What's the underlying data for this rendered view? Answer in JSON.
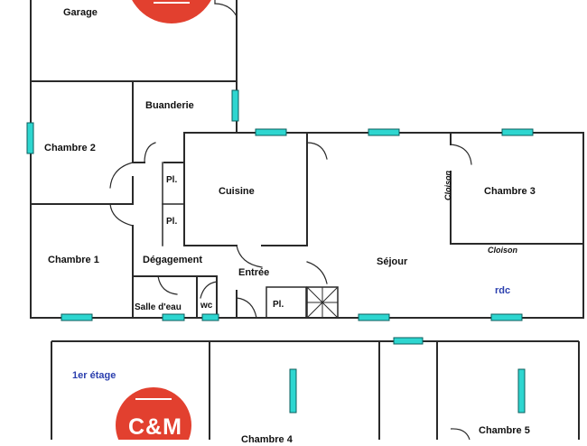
{
  "rooms": {
    "garage": "Garage",
    "buanderie": "Buanderie",
    "chambre2": "Chambre 2",
    "cuisine": "Cuisine",
    "chambre3": "Chambre 3",
    "placard": "Pl.",
    "chambre1": "Chambre 1",
    "degagement": "Dégagement",
    "entree": "Entrée",
    "sejour": "Séjour",
    "salle_eau": "Salle d'eau",
    "wc": "wc",
    "chambre5": "Chambre 5",
    "chambre4": "Chambre 4"
  },
  "annotations": {
    "cloison": "Cloison",
    "rdc": "rdc",
    "etage": "1er étage"
  },
  "logo": {
    "text": "C&M",
    "color": "#e2402f"
  },
  "colors": {
    "wall": "#2a2a2a",
    "window": "#2ed6d0",
    "window_border": "#0b5e5c"
  }
}
